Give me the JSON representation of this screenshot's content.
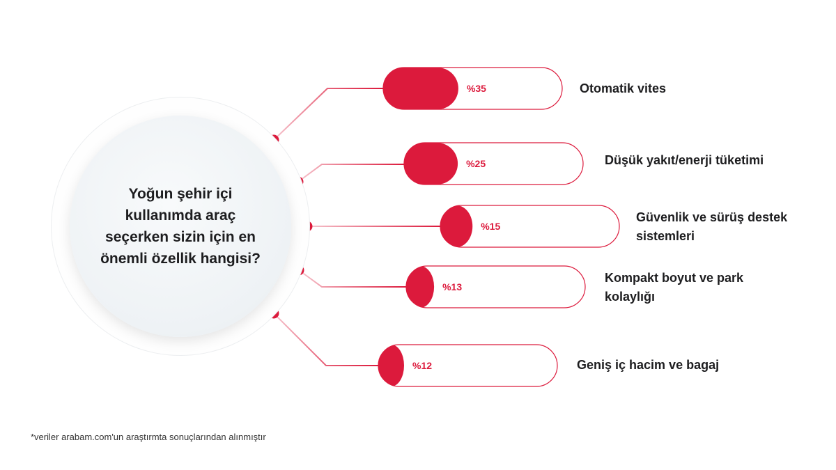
{
  "question": "Yoğun şehir içi kullanımda araç seçerken sizin için en önemli özellik hangisi?",
  "footnote": "*veriler arabam.com'un araştırmta sonuçlarından alınmıştır",
  "colors": {
    "accent": "#dc1a3c",
    "text": "#1d1d1f"
  },
  "chart_data": {
    "type": "bar",
    "categories": [
      "Otomatik vites",
      "Düşük yakıt/enerji tüketimi",
      "Güvenlik ve sürüş destek sistemleri",
      "Kompakt boyut ve park kolaylığı",
      "Geniş iç hacim ve bagaj"
    ],
    "values": [
      35,
      25,
      15,
      13,
      12
    ],
    "value_labels": [
      "%35",
      "%25",
      "%15",
      "%13",
      "%12"
    ],
    "unit": "%"
  }
}
